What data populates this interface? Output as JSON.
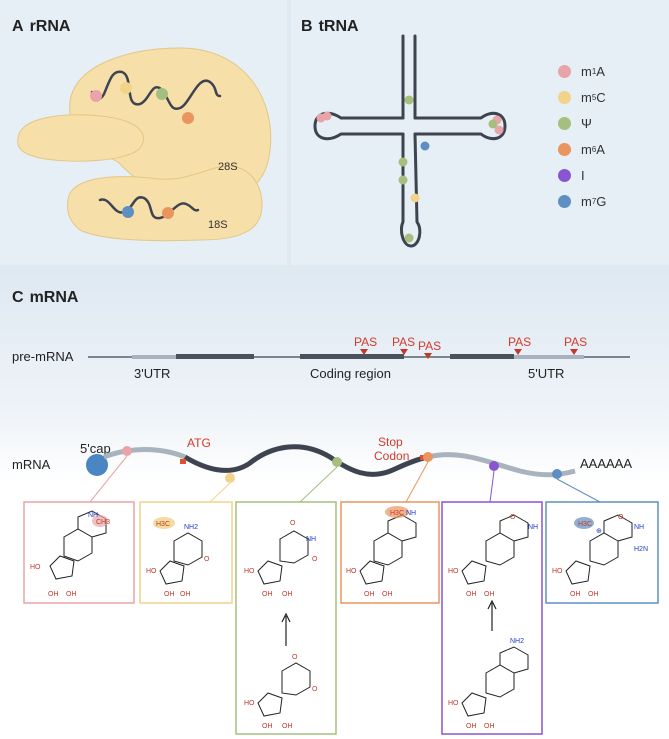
{
  "panel_a": {
    "letter": "A",
    "title": "rRNA",
    "label_28s": "28S",
    "label_18s": "18S"
  },
  "panel_b": {
    "letter": "B",
    "title": "tRNA"
  },
  "panel_c": {
    "letter": "C",
    "title": "mRNA"
  },
  "legend": [
    {
      "label": "m1A",
      "sup": "1",
      "base": "A",
      "prefix": "m",
      "color": "#e8a4a8"
    },
    {
      "label": "m5C",
      "sup": "5",
      "base": "C",
      "prefix": "m",
      "color": "#f1d38a"
    },
    {
      "label": "Ψ",
      "sup": "",
      "base": "Ψ",
      "prefix": "",
      "color": "#a6bf7e"
    },
    {
      "label": "m6A",
      "sup": "6",
      "base": "A",
      "prefix": "m",
      "color": "#e9955e"
    },
    {
      "label": "I",
      "sup": "",
      "base": "I",
      "prefix": "",
      "color": "#8a55d1"
    },
    {
      "label": "m7G",
      "sup": "7",
      "base": "G",
      "prefix": "m",
      "color": "#5f8fc0"
    }
  ],
  "pre_mrna": {
    "label": "pre-mRNA",
    "utr3": "3'UTR",
    "coding": "Coding region",
    "utr5": "5'UTR",
    "pas": [
      "PAS",
      "PAS",
      "PAS",
      "PAS",
      "PAS"
    ]
  },
  "mrna": {
    "label": "mRNA",
    "cap": "5'cap",
    "atg": "ATG",
    "stop_line1": "Stop",
    "stop_line2": "Codon",
    "polya": "AAAAAA"
  },
  "colors": {
    "pink": "#e8a4a8",
    "yellow": "#f1d38a",
    "green": "#a6bf7e",
    "orange": "#e9955e",
    "purple": "#8a55d1",
    "blue": "#5f8fc0",
    "ribosome": "#f6dfa9",
    "strand": "#3d4450",
    "red_text": "#d23a2a"
  },
  "structures": {
    "methyl": "CH3",
    "h3c": "H3C",
    "nh2": "NH2",
    "nh": "NH",
    "oh": "OH",
    "ho": "HO",
    "o": "O",
    "n": "N",
    "h2n": "H2N",
    "charge": "⊕"
  }
}
